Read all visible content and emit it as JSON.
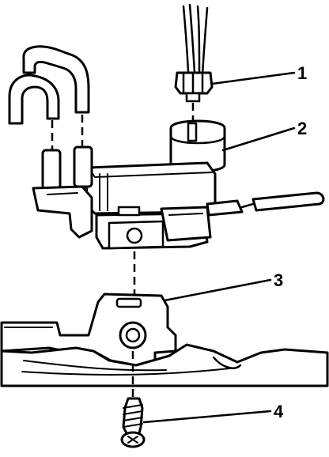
{
  "callouts": [
    {
      "label": "1",
      "part": "electrical-connector"
    },
    {
      "label": "2",
      "part": "solenoid-valve"
    },
    {
      "label": "3",
      "part": "mounting-bracket"
    },
    {
      "label": "4",
      "part": "mounting-screw"
    }
  ]
}
